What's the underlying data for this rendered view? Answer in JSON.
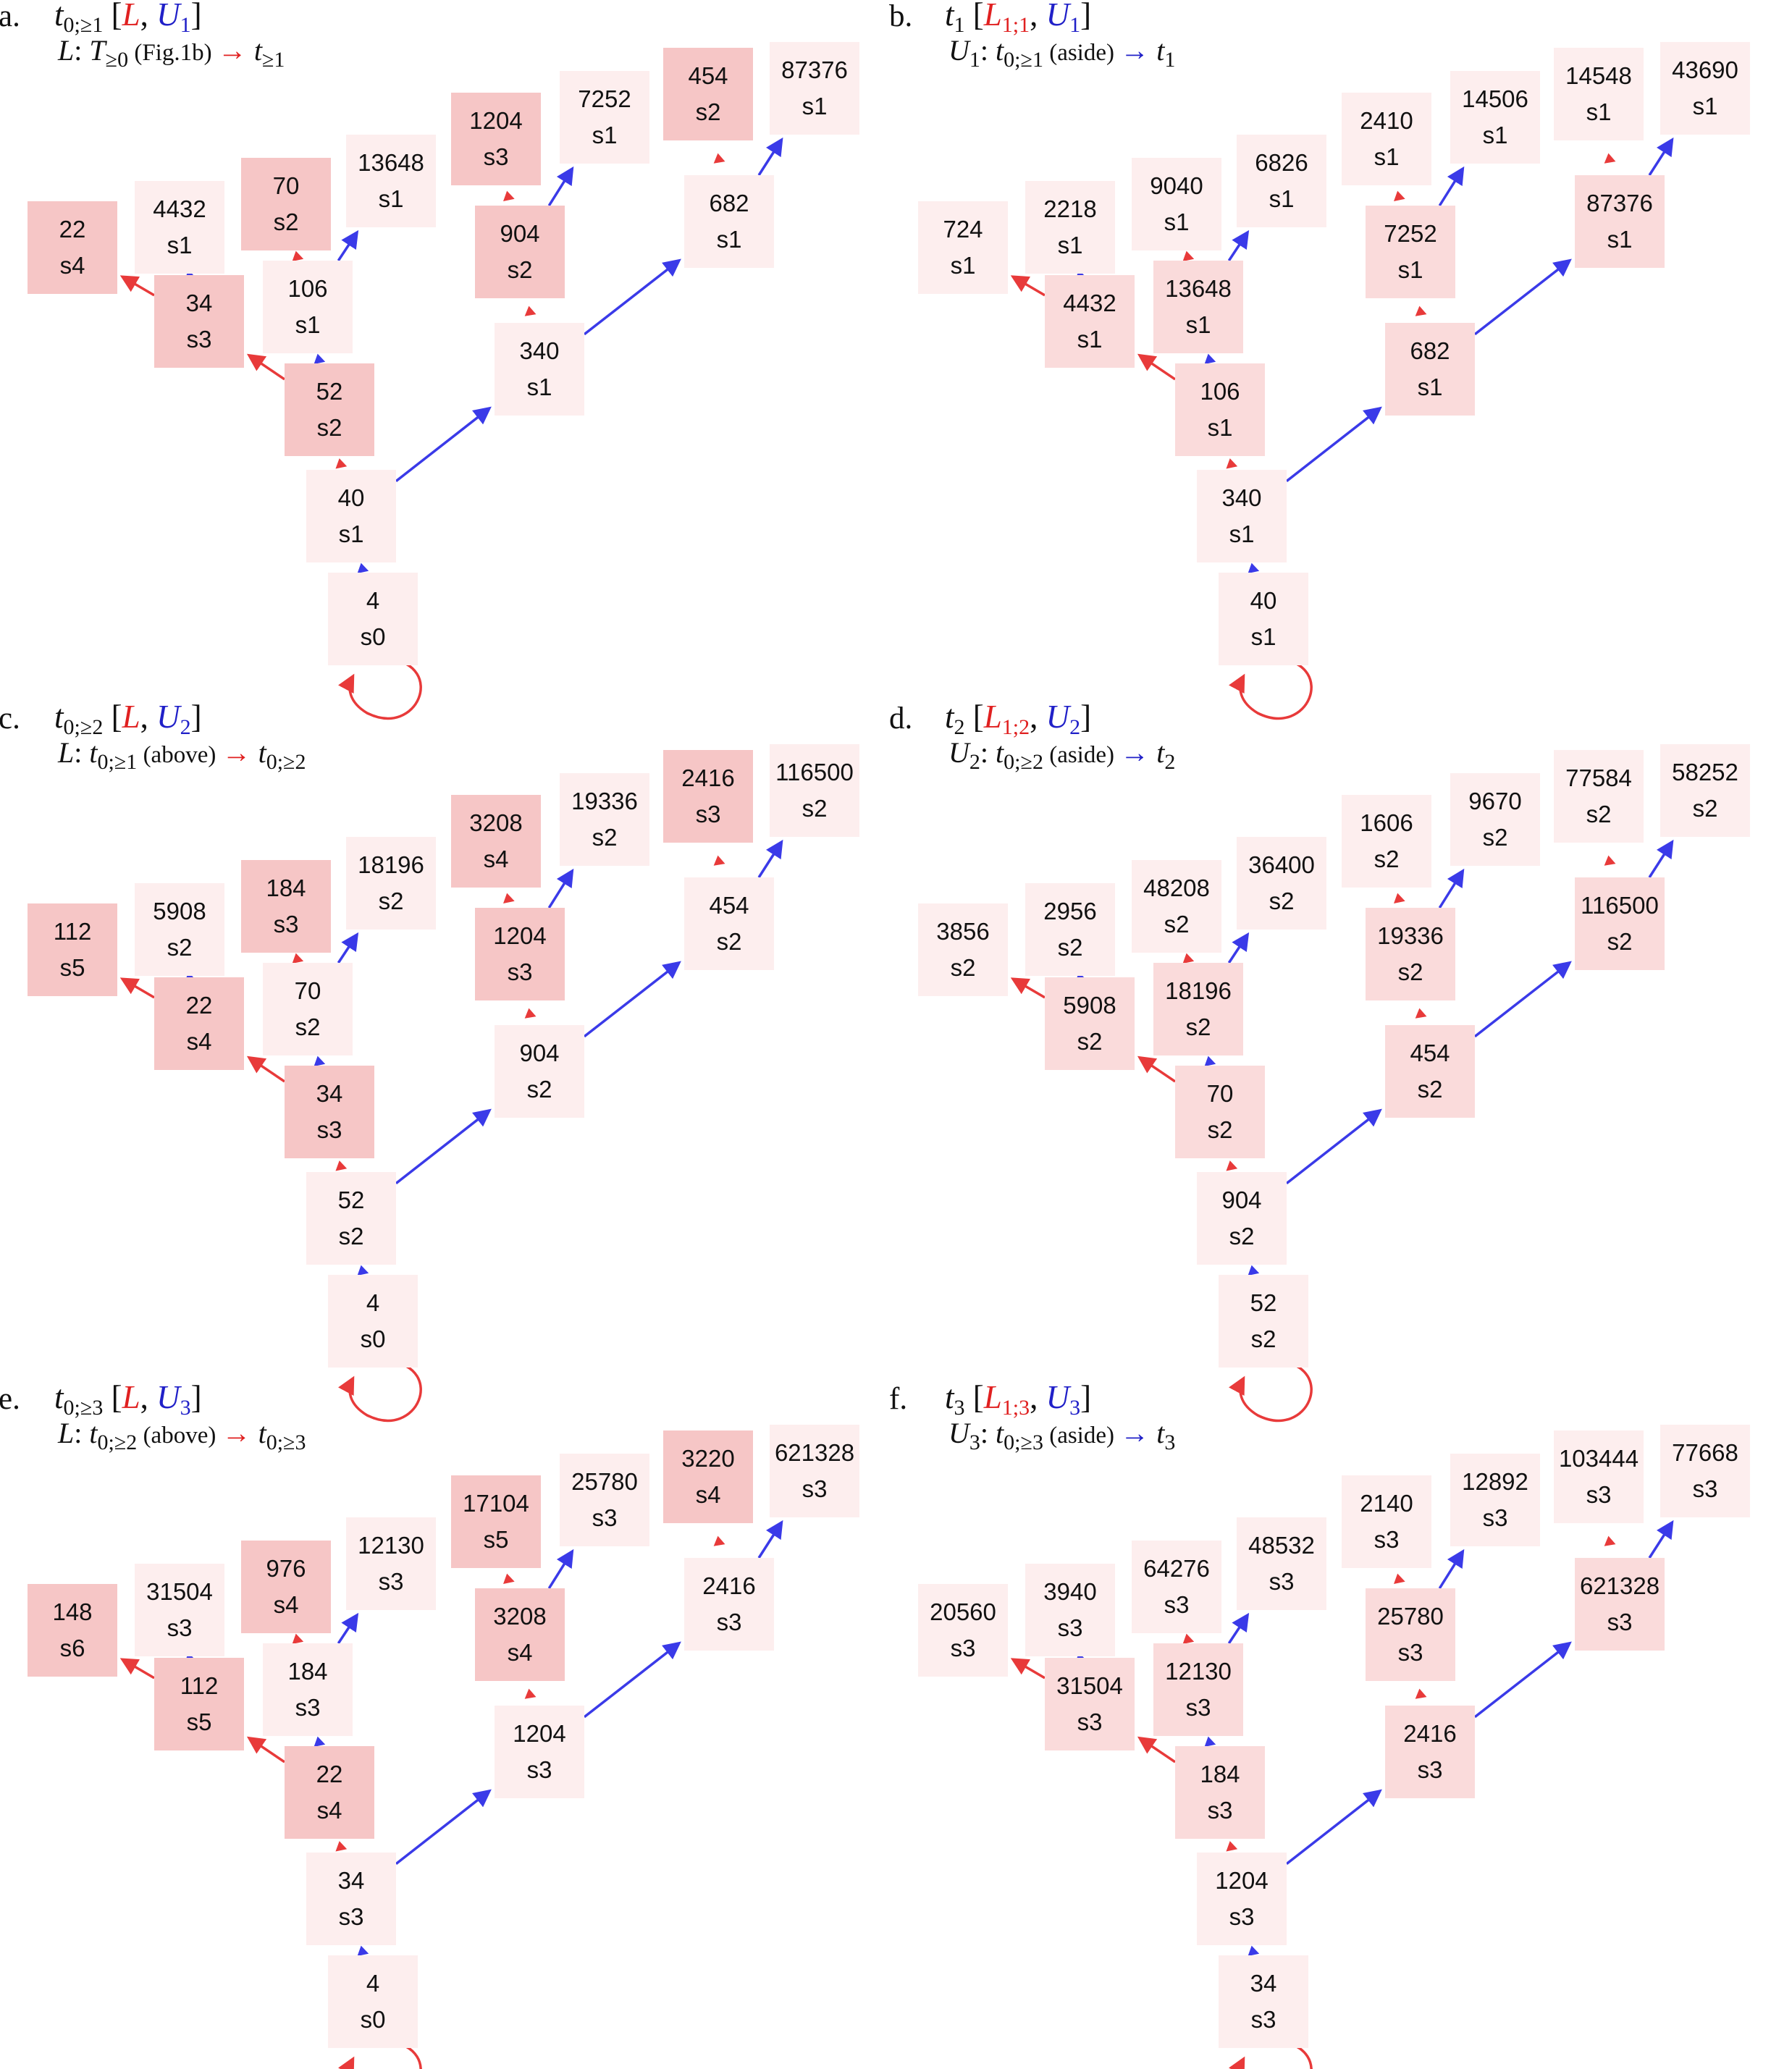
{
  "colors": {
    "red": "#e83a3a",
    "blue": "#3a3ae8"
  },
  "panels": [
    {
      "label": "a.",
      "title": {
        "t": "t",
        "t_sub": "0;≥1",
        "br_open": "[",
        "l": "L",
        "l_sub": "",
        "comma": ",",
        "u": "U",
        "u_sub": "1",
        "br_close": "]"
      },
      "subtitle": {
        "lhs": "L",
        "lhs_sub": "",
        "colon": ":",
        "src": "T",
        "src_sub": "≥0",
        "note": "(Fig.1b)",
        "arrow": "→",
        "dst": "t",
        "dst_sub": "≥1",
        "arrow_color": "red"
      },
      "nodes": [
        {
          "n": "4",
          "s": "s0"
        },
        {
          "n": "40",
          "s": "s1"
        },
        {
          "n": "52",
          "s": "s2"
        },
        {
          "n": "34",
          "s": "s3"
        },
        {
          "n": "22",
          "s": "s4"
        },
        {
          "n": "4432",
          "s": "s1"
        },
        {
          "n": "106",
          "s": "s1"
        },
        {
          "n": "70",
          "s": "s2"
        },
        {
          "n": "13648",
          "s": "s1"
        },
        {
          "n": "340",
          "s": "s1"
        },
        {
          "n": "904",
          "s": "s2"
        },
        {
          "n": "1204",
          "s": "s3"
        },
        {
          "n": "7252",
          "s": "s1"
        },
        {
          "n": "682",
          "s": "s1"
        },
        {
          "n": "454",
          "s": "s2"
        },
        {
          "n": "87376",
          "s": "s1"
        }
      ]
    },
    {
      "label": "b.",
      "title": {
        "t": "t",
        "t_sub": "1",
        "br_open": "[",
        "l": "L",
        "l_sub": "1;1",
        "comma": ",",
        "u": "U",
        "u_sub": "1",
        "br_close": "]"
      },
      "subtitle": {
        "lhs": "U",
        "lhs_sub": "1",
        "colon": ":",
        "src": "t",
        "src_sub": "0;≥1",
        "note": "(aside)",
        "arrow": "→",
        "dst": "t",
        "dst_sub": "1",
        "arrow_color": "blue"
      },
      "nodes": [
        {
          "n": "40",
          "s": "s1"
        },
        {
          "n": "340",
          "s": "s1"
        },
        {
          "n": "106",
          "s": "s1"
        },
        {
          "n": "4432",
          "s": "s1"
        },
        {
          "n": "724",
          "s": "s1"
        },
        {
          "n": "2218",
          "s": "s1"
        },
        {
          "n": "13648",
          "s": "s1"
        },
        {
          "n": "9040",
          "s": "s1"
        },
        {
          "n": "6826",
          "s": "s1"
        },
        {
          "n": "682",
          "s": "s1"
        },
        {
          "n": "7252",
          "s": "s1"
        },
        {
          "n": "2410",
          "s": "s1"
        },
        {
          "n": "14506",
          "s": "s1"
        },
        {
          "n": "87376",
          "s": "s1"
        },
        {
          "n": "14548",
          "s": "s1"
        },
        {
          "n": "43690",
          "s": "s1"
        }
      ]
    },
    {
      "label": "c.",
      "title": {
        "t": "t",
        "t_sub": "0;≥2",
        "br_open": "[",
        "l": "L",
        "l_sub": "",
        "comma": ",",
        "u": "U",
        "u_sub": "2",
        "br_close": "]"
      },
      "subtitle": {
        "lhs": "L",
        "lhs_sub": "",
        "colon": ":",
        "src": "t",
        "src_sub": "0;≥1",
        "note": "(above)",
        "arrow": "→",
        "dst": "t",
        "dst_sub": "0;≥2",
        "arrow_color": "red"
      },
      "nodes": [
        {
          "n": "4",
          "s": "s0"
        },
        {
          "n": "52",
          "s": "s2"
        },
        {
          "n": "34",
          "s": "s3"
        },
        {
          "n": "22",
          "s": "s4"
        },
        {
          "n": "112",
          "s": "s5"
        },
        {
          "n": "5908",
          "s": "s2"
        },
        {
          "n": "70",
          "s": "s2"
        },
        {
          "n": "184",
          "s": "s3"
        },
        {
          "n": "18196",
          "s": "s2"
        },
        {
          "n": "904",
          "s": "s2"
        },
        {
          "n": "1204",
          "s": "s3"
        },
        {
          "n": "3208",
          "s": "s4"
        },
        {
          "n": "19336",
          "s": "s2"
        },
        {
          "n": "454",
          "s": "s2"
        },
        {
          "n": "2416",
          "s": "s3"
        },
        {
          "n": "116500",
          "s": "s2"
        }
      ]
    },
    {
      "label": "d.",
      "title": {
        "t": "t",
        "t_sub": "2",
        "br_open": "[",
        "l": "L",
        "l_sub": "1;2",
        "comma": ",",
        "u": "U",
        "u_sub": "2",
        "br_close": "]"
      },
      "subtitle": {
        "lhs": "U",
        "lhs_sub": "2",
        "colon": ":",
        "src": "t",
        "src_sub": "0;≥2",
        "note": "(aside)",
        "arrow": "→",
        "dst": "t",
        "dst_sub": "2",
        "arrow_color": "blue"
      },
      "nodes": [
        {
          "n": "52",
          "s": "s2"
        },
        {
          "n": "904",
          "s": "s2"
        },
        {
          "n": "70",
          "s": "s2"
        },
        {
          "n": "5908",
          "s": "s2"
        },
        {
          "n": "3856",
          "s": "s2"
        },
        {
          "n": "2956",
          "s": "s2"
        },
        {
          "n": "18196",
          "s": "s2"
        },
        {
          "n": "48208",
          "s": "s2"
        },
        {
          "n": "36400",
          "s": "s2"
        },
        {
          "n": "454",
          "s": "s2"
        },
        {
          "n": "19336",
          "s": "s2"
        },
        {
          "n": "1606",
          "s": "s2"
        },
        {
          "n": "9670",
          "s": "s2"
        },
        {
          "n": "116500",
          "s": "s2"
        },
        {
          "n": "77584",
          "s": "s2"
        },
        {
          "n": "58252",
          "s": "s2"
        }
      ]
    },
    {
      "label": "e.",
      "title": {
        "t": "t",
        "t_sub": "0;≥3",
        "br_open": "[",
        "l": "L",
        "l_sub": "",
        "comma": ",",
        "u": "U",
        "u_sub": "3",
        "br_close": "]"
      },
      "subtitle": {
        "lhs": "L",
        "lhs_sub": "",
        "colon": ":",
        "src": "t",
        "src_sub": "0;≥2",
        "note": "(above)",
        "arrow": "→",
        "dst": "t",
        "dst_sub": "0;≥3",
        "arrow_color": "red"
      },
      "nodes": [
        {
          "n": "4",
          "s": "s0"
        },
        {
          "n": "34",
          "s": "s3"
        },
        {
          "n": "22",
          "s": "s4"
        },
        {
          "n": "112",
          "s": "s5"
        },
        {
          "n": "148",
          "s": "s6"
        },
        {
          "n": "31504",
          "s": "s3"
        },
        {
          "n": "184",
          "s": "s3"
        },
        {
          "n": "976",
          "s": "s4"
        },
        {
          "n": "12130",
          "s": "s3"
        },
        {
          "n": "1204",
          "s": "s3"
        },
        {
          "n": "3208",
          "s": "s4"
        },
        {
          "n": "17104",
          "s": "s5"
        },
        {
          "n": "25780",
          "s": "s3"
        },
        {
          "n": "2416",
          "s": "s3"
        },
        {
          "n": "3220",
          "s": "s4"
        },
        {
          "n": "621328",
          "s": "s3"
        }
      ]
    },
    {
      "label": "f.",
      "title": {
        "t": "t",
        "t_sub": "3",
        "br_open": "[",
        "l": "L",
        "l_sub": "1;3",
        "comma": ",",
        "u": "U",
        "u_sub": "3",
        "br_close": "]"
      },
      "subtitle": {
        "lhs": "U",
        "lhs_sub": "3",
        "colon": ":",
        "src": "t",
        "src_sub": "0;≥3",
        "note": "(aside)",
        "arrow": "→",
        "dst": "t",
        "dst_sub": "3",
        "arrow_color": "blue"
      },
      "nodes": [
        {
          "n": "34",
          "s": "s3"
        },
        {
          "n": "1204",
          "s": "s3"
        },
        {
          "n": "184",
          "s": "s3"
        },
        {
          "n": "31504",
          "s": "s3"
        },
        {
          "n": "20560",
          "s": "s3"
        },
        {
          "n": "3940",
          "s": "s3"
        },
        {
          "n": "12130",
          "s": "s3"
        },
        {
          "n": "64276",
          "s": "s3"
        },
        {
          "n": "48532",
          "s": "s3"
        },
        {
          "n": "2416",
          "s": "s3"
        },
        {
          "n": "25780",
          "s": "s3"
        },
        {
          "n": "2140",
          "s": "s3"
        },
        {
          "n": "12892",
          "s": "s3"
        },
        {
          "n": "621328",
          "s": "s3"
        },
        {
          "n": "103444",
          "s": "s3"
        },
        {
          "n": "77668",
          "s": "s3"
        }
      ]
    }
  ]
}
